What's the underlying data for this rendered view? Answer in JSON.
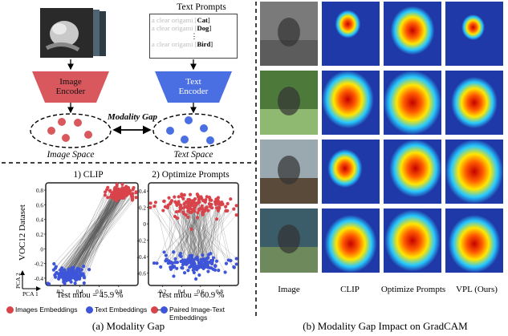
{
  "left": {
    "text_prompts_title": "Text Prompts",
    "prompts": [
      {
        "prefix": "a clear origami [",
        "word": "Cat",
        "suffix": "]"
      },
      {
        "prefix": "a clear origami [",
        "word": "Dog",
        "suffix": "]"
      },
      {
        "prefix": "a clear origami [",
        "word": "Bird",
        "suffix": "]"
      }
    ],
    "image_encoder": "Image\nEncoder",
    "text_encoder": "Text\nEncoder",
    "modality_gap": "Modality Gap",
    "image_space": "Image Space",
    "text_space": "Text Space",
    "plot1_title": "1) CLIP",
    "plot2_title": "2) Optimize Prompts",
    "y_axis_label": "VOC12 Dataset",
    "pca2": "PCA 2",
    "pca1": "PCA 1",
    "plot1_test": "Test mIou = 45.9 %",
    "plot2_test": "Test mIou = 60.9 %",
    "legend": [
      {
        "label": "Images Embeddings",
        "color": "#d9434a"
      },
      {
        "label": "Text Embeddings",
        "color": "#3e55d9"
      },
      {
        "label": "Paired Image-Text Embeddings",
        "color": "pair"
      }
    ],
    "caption": "(a) Modality Gap"
  },
  "right": {
    "col_labels": [
      "Image",
      "CLIP",
      "Optimize Prompts",
      "VPL (Ours)"
    ],
    "caption": "(b) Modality Gap Impact on GradCAM"
  },
  "chart_data": [
    {
      "type": "scatter",
      "title": "1) CLIP",
      "xlabel": "PCA 1",
      "ylabel": "PCA 2",
      "x_ticks": [
        0.2,
        0.4,
        0.6,
        0.8
      ],
      "y_ticks": [
        0.8,
        0.6,
        0.4,
        0.2,
        0.0,
        -0.2,
        -0.4
      ],
      "xlim": [
        0.05,
        1.0
      ],
      "ylim": [
        -0.5,
        0.9
      ],
      "series": [
        {
          "name": "Images Embeddings",
          "color": "#d9434a",
          "center": [
            0.82,
            0.76
          ],
          "spread": [
            0.07,
            0.04
          ]
        },
        {
          "name": "Text Embeddings",
          "color": "#3e55d9",
          "center": [
            0.3,
            -0.35
          ],
          "spread": [
            0.08,
            0.05
          ]
        }
      ],
      "annotation": "Test mIou = 45.9 %"
    },
    {
      "type": "scatter",
      "title": "2) Optimize Prompts",
      "xlabel": "",
      "ylabel": "",
      "x_ticks": [
        0.2,
        0.4,
        0.6,
        0.8
      ],
      "y_ticks": [
        0.4,
        0.2,
        0.0,
        -0.2,
        -0.4,
        -0.6
      ],
      "xlim": [
        0.05,
        1.0
      ],
      "ylim": [
        -0.75,
        0.5
      ],
      "series": [
        {
          "name": "Images Embeddings",
          "color": "#d9434a",
          "center": [
            0.55,
            0.22
          ],
          "spread": [
            0.2,
            0.07
          ]
        },
        {
          "name": "Text Embeddings",
          "color": "#3e55d9",
          "center": [
            0.55,
            -0.48
          ],
          "spread": [
            0.18,
            0.06
          ]
        }
      ],
      "annotation": "Test mIou = 60.9 %"
    }
  ]
}
